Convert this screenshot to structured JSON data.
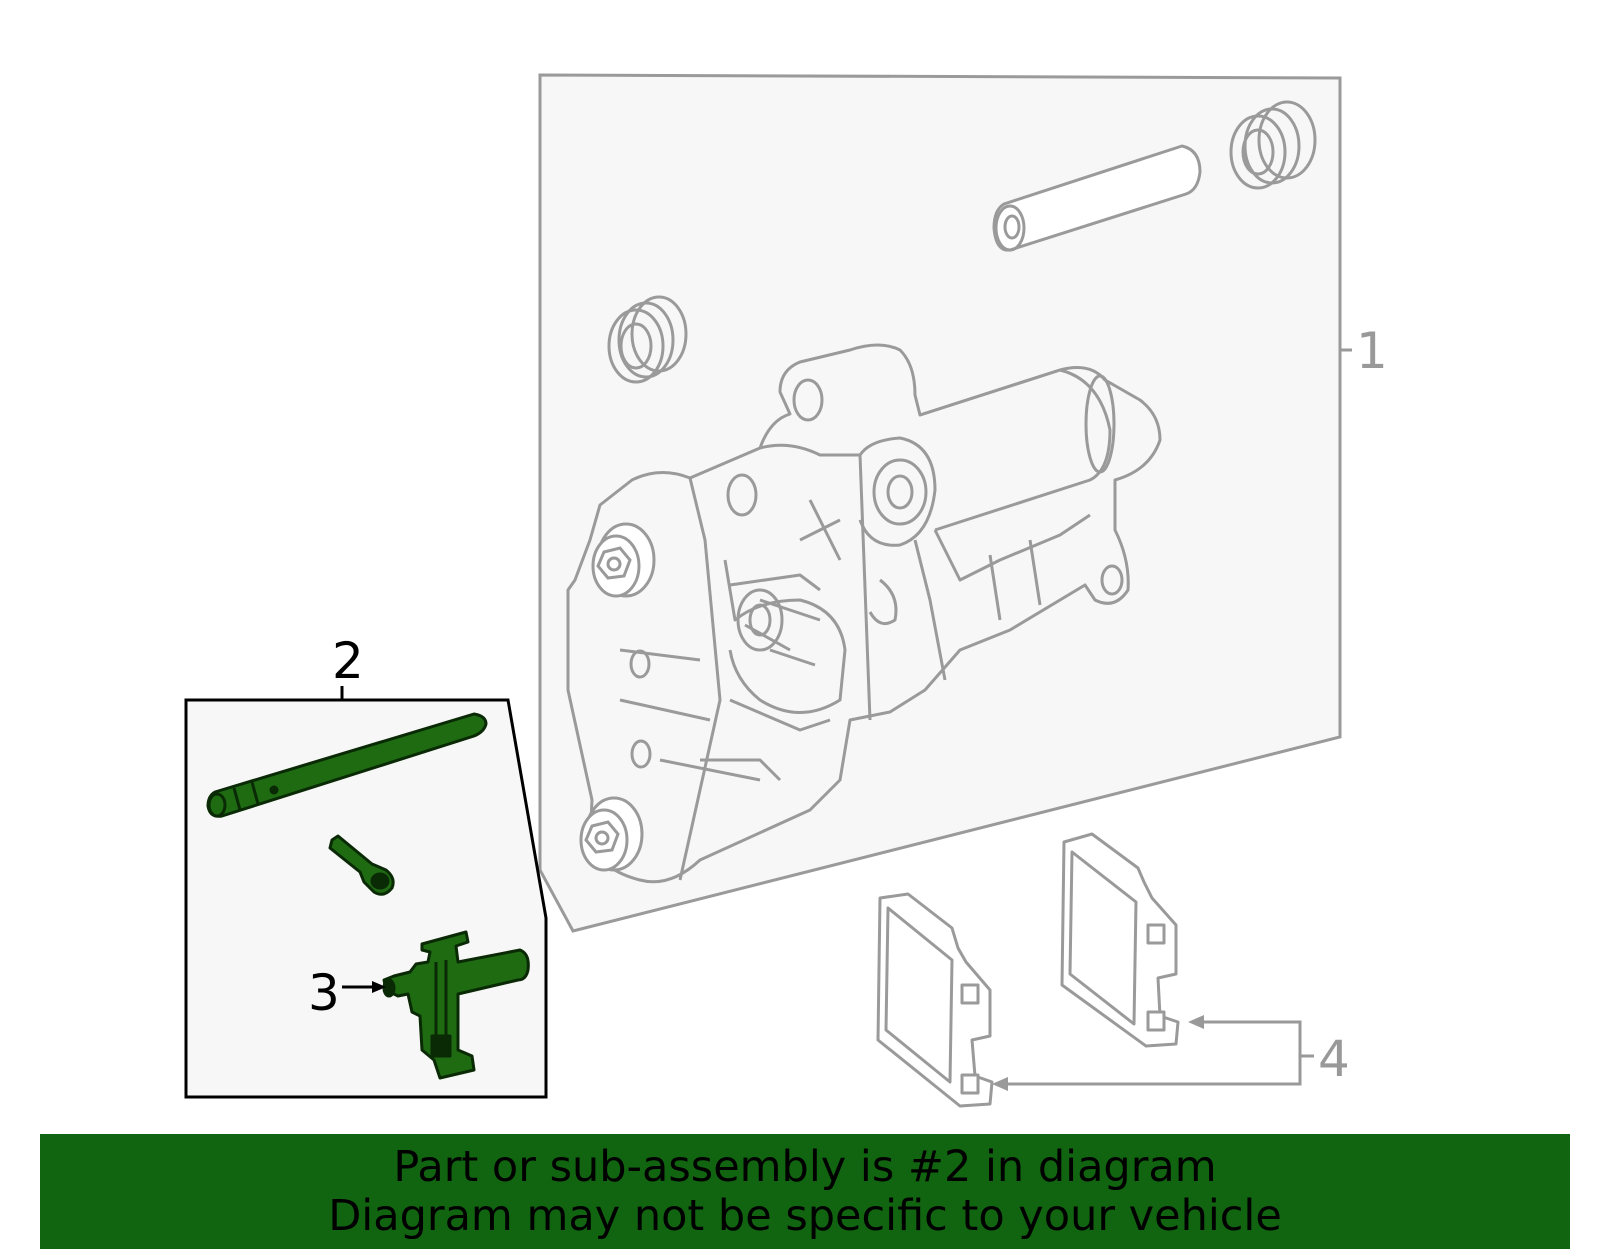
{
  "colors": {
    "highlight_fill": "#1e6b12",
    "highlight_stroke": "#0a2a05",
    "banner_bg": "#116410",
    "banner_text": "#000000",
    "part_outline": "#9a9a9a",
    "panel_fill": "#f7f7f7",
    "callout_grey": "#999999",
    "callout_black": "#000000"
  },
  "callouts": {
    "c1": "1",
    "c2": "2",
    "c3": "3",
    "c4": "4"
  },
  "banner": {
    "line1": "Part or sub-assembly is #2 in diagram",
    "line2": "Diagram may not be specific to your vehicle"
  },
  "icons": {
    "caliper": "brake-caliper-icon",
    "pad": "brake-pad-icon",
    "pin": "guide-pin-icon",
    "boot": "dust-boot-icon",
    "sensor": "wear-sensor-icon"
  }
}
